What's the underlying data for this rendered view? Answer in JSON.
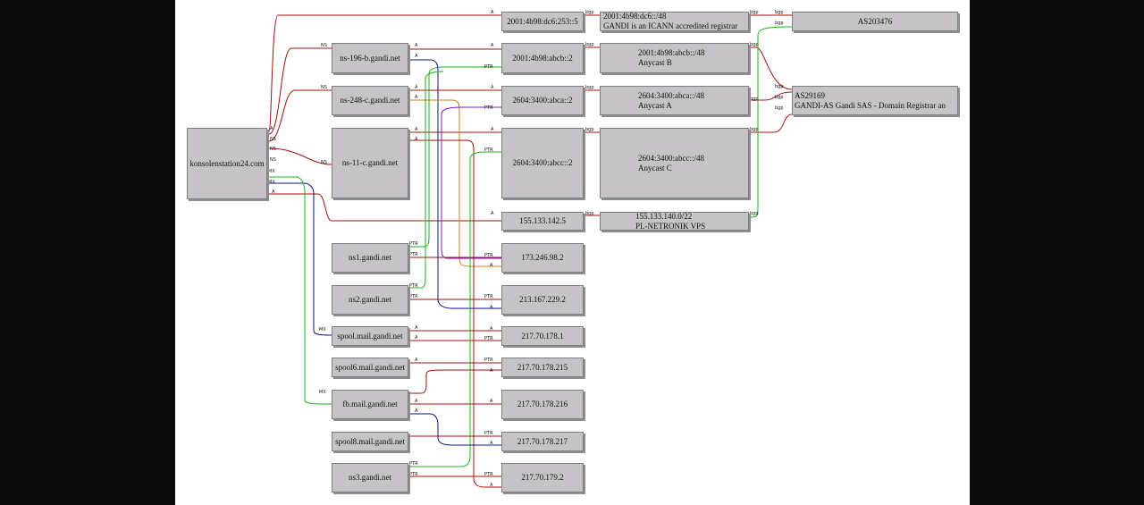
{
  "colors": {
    "a": "#a01010",
    "ptr_green": "#18b418",
    "ptr_blue": "#10108a",
    "ptr_purple": "#8a10c0",
    "ptr_orange": "#d08010",
    "bgp": "#a01010",
    "bgp_green": "#18b418",
    "node_fill": "#c5c3c6",
    "node_border": "#7e7e80"
  },
  "edge_labels": {
    "ns": "NS",
    "mx": "MX",
    "a": "A",
    "ptr": "PTR",
    "bgp": "bgp"
  },
  "nodes": {
    "domain": "konsolenstation24.com",
    "ns196b": "ns-196-b.gandi.net",
    "ns248c": "ns-248-c.gandi.net",
    "ns11c": "ns-11-c.gandi.net",
    "ns1": "ns1.gandi.net",
    "ns2": "ns2.gandi.net",
    "spool": "spool.mail.gandi.net",
    "spool6": "spool6.mail.gandi.net",
    "fb": "fb.mail.gandi.net",
    "spool8": "spool8.mail.gandi.net",
    "ns3": "ns3.gandi.net",
    "ip_2001_dc6": "2001:4b98:dc6:253::5",
    "ip_2001_abcb": "2001:4b98:abcb::2",
    "ip_2604_a": "2604:3400:abca::2",
    "ip_2604_c": "2604:3400:abcc::2",
    "ip_155": "155.133.142.5",
    "ip_173": "173.246.98.2",
    "ip_213": "213.167.229.2",
    "ip_217_1": "217.70.178.1",
    "ip_217_215": "217.70.178.215",
    "ip_217_216": "217.70.178.216",
    "ip_217_217": "217.70.178.217",
    "ip_217_179": "217.70.179.2",
    "pfx_dc6": [
      "2001:4b98:dc6::/48",
      "GANDI is an ICANN accredited registrar"
    ],
    "pfx_abcb": [
      "2001:4b98:abcb::/48",
      "Anycast B"
    ],
    "pfx_abca": [
      "2604:3400:abca::/48",
      "Anycast A"
    ],
    "pfx_abcc": [
      "2604:3400:abcc::/48",
      "Anycast C"
    ],
    "pfx_155": [
      "155.133.140.0/22",
      "PL-NETRONIK VPS"
    ],
    "as203476": "AS203476",
    "as29169": [
      "AS29169",
      "GANDI-AS Gandi SAS - Domain Registrar an"
    ]
  }
}
